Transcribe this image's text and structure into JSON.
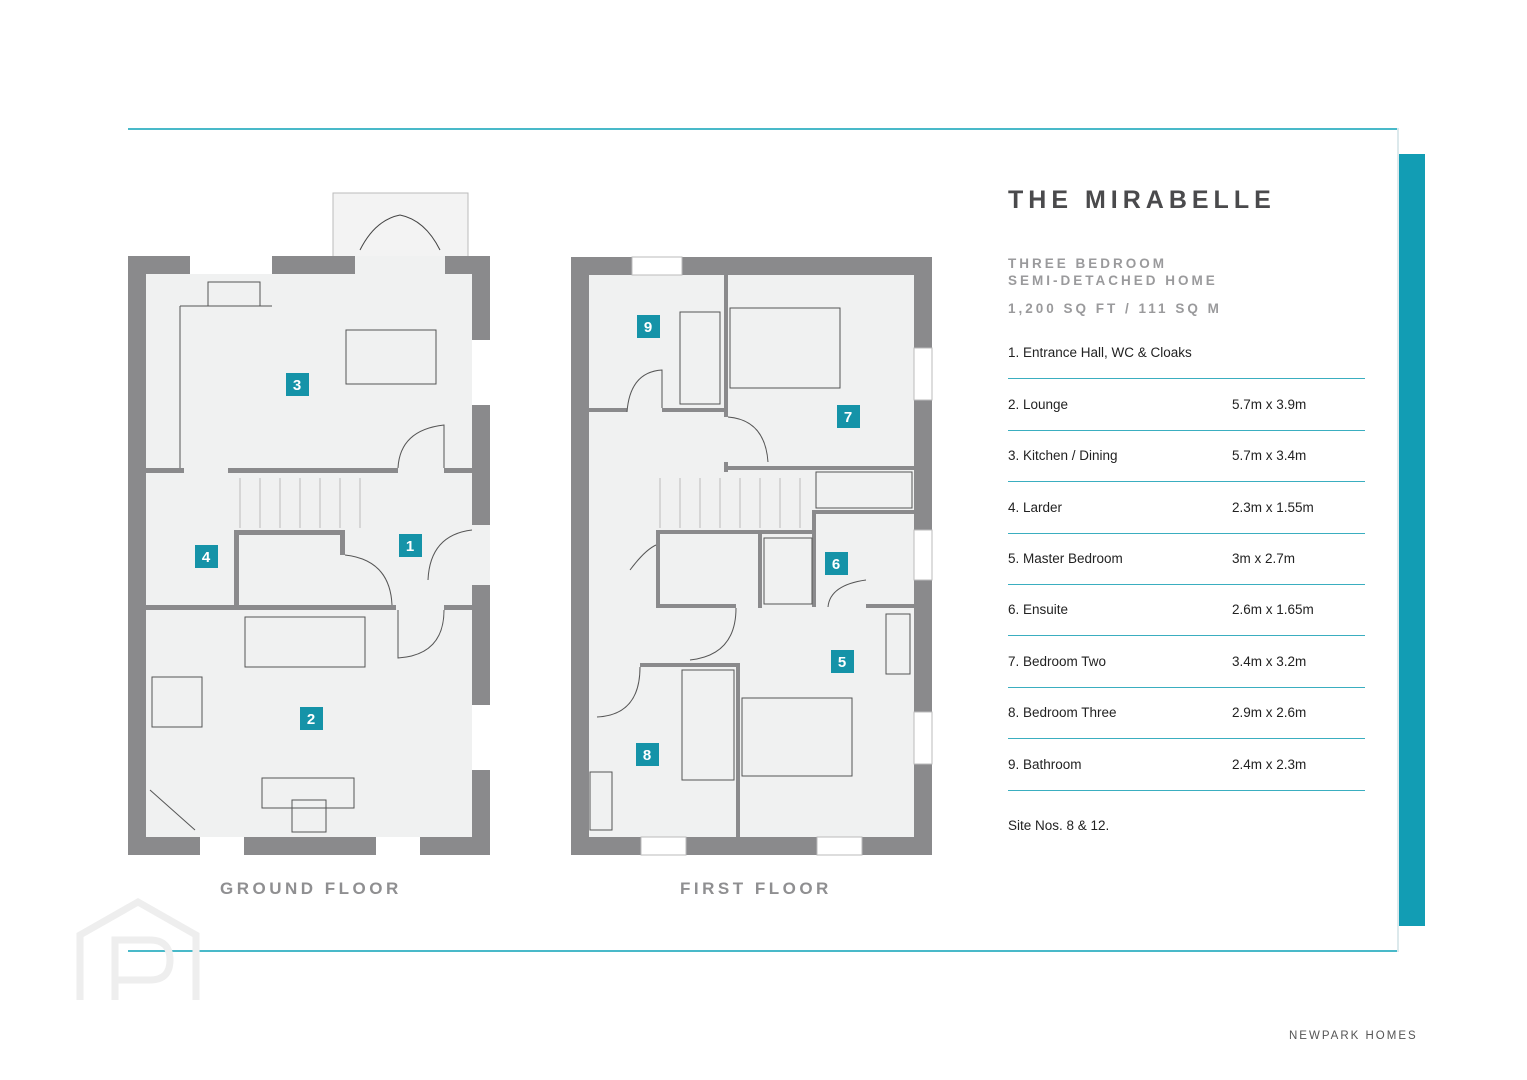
{
  "title": "THE MIRABELLE",
  "subtitle_line1": "THREE BEDROOM",
  "subtitle_line2": "SEMI-DETACHED HOME",
  "area": "1,200 SQ FT /  111 SQ M",
  "rooms": [
    {
      "name": "1. Entrance Hall, WC & Cloaks",
      "dim": ""
    },
    {
      "name": "2. Lounge",
      "dim": "5.7m x 3.9m"
    },
    {
      "name": "3. Kitchen / Dining",
      "dim": "5.7m x 3.4m"
    },
    {
      "name": "4. Larder",
      "dim": "2.3m x 1.55m"
    },
    {
      "name": "5. Master Bedroom",
      "dim": "3m x 2.7m"
    },
    {
      "name": "6. Ensuite",
      "dim": "2.6m x 1.65m"
    },
    {
      "name": "7. Bedroom Two",
      "dim": "3.4m x 3.2m"
    },
    {
      "name": "8. Bedroom Three",
      "dim": "2.9m x 2.6m"
    },
    {
      "name": "9. Bathroom",
      "dim": "2.4m x 2.3m"
    }
  ],
  "site_note": "Site Nos. 8 & 12.",
  "plan_labels": {
    "ground": "GROUND FLOOR",
    "first": "FIRST FLOOR"
  },
  "room_markers": [
    "1",
    "2",
    "3",
    "4",
    "5",
    "6",
    "7",
    "8",
    "9"
  ],
  "brand": "NEWPARK HOMES",
  "colors": {
    "accent": "#129db4",
    "wall": "#8a8a8c",
    "floor": "#f0f1f1",
    "marker": "#1593a8"
  }
}
